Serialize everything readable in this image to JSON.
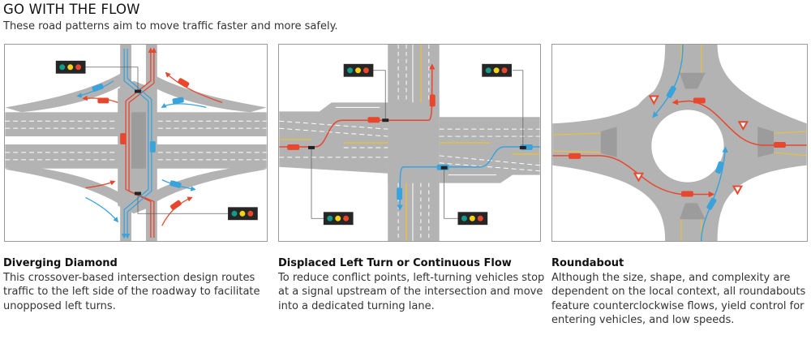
{
  "header": {
    "title": "GO WITH THE FLOW",
    "subtitle": "These road patterns aim to move traffic faster and more safely."
  },
  "colors": {
    "road": "#b3b3b3",
    "road_dark": "#9c9c9c",
    "lane_marking": "#ffffff",
    "center_line": "#f2c12e",
    "flow_red": "#e8462d",
    "flow_blue": "#3aa3dc",
    "signal_housing": "#262626",
    "signal_green": "#14998a",
    "signal_yellow": "#f4d217",
    "signal_red": "#e8462d",
    "yield_red": "#e8462d"
  },
  "icons": {
    "traffic_signal": "traffic-signal-icon",
    "yield_sign": "yield-sign-icon",
    "car": "car-icon"
  },
  "panels": [
    {
      "id": "diverging-diamond",
      "heading": "Diverging Diamond",
      "description": "This crossover-based intersection design routes traffic to the left side of the roadway to facilitate unopposed left turns.",
      "signal_count": 2
    },
    {
      "id": "displaced-left-turn",
      "heading": "Displaced Left Turn or Continuous Flow",
      "description": "To reduce conflict points, left-turning vehicles stop at a signal upstream of the intersection and move into a dedicated turning lane.",
      "signal_count": 4
    },
    {
      "id": "roundabout",
      "heading": "Roundabout",
      "description": "Although the size, shape, and complexity are dependent on the local context, all roundabouts feature counterclockwise flows, yield control for entering vehicles, and low speeds.",
      "yield_sign_count": 4
    }
  ]
}
